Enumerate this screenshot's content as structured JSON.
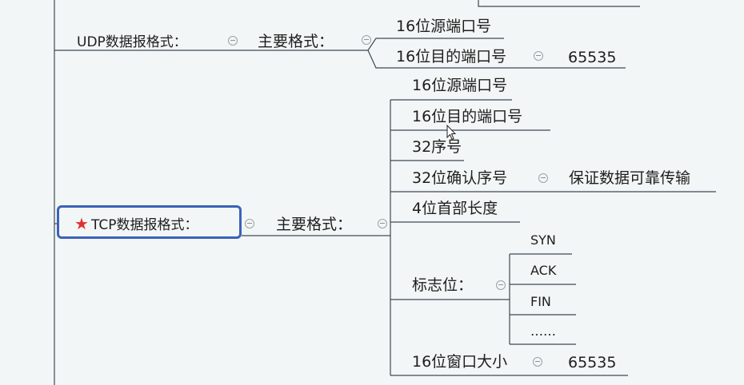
{
  "udp": {
    "title": "UDP数据报格式：",
    "main": "主要格式：",
    "fields": [
      "16位源端口号",
      "16位目的端口号"
    ],
    "max_port": "65535"
  },
  "tcp": {
    "title": "TCP数据报格式：",
    "main": "主要格式：",
    "fields": [
      "16位源端口号",
      "16位目的端口号",
      "32序号",
      "32位确认序号",
      "4位首部长度",
      "标志位：",
      "16位窗口大小"
    ],
    "ack_note": "保证数据可靠传输",
    "flags": [
      "SYN",
      "ACK",
      "FIN",
      "……"
    ],
    "window_max": "65535"
  },
  "colors": {
    "line": "#3b4a55",
    "focus": "#3a62b8",
    "star": "#e0322c"
  }
}
